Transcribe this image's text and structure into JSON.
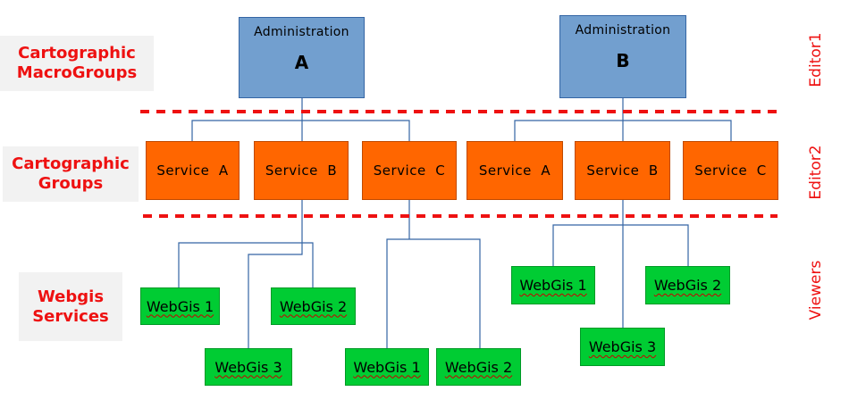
{
  "row_labels": {
    "macrogroups": [
      "Cartographic",
      "MacroGroups"
    ],
    "groups": [
      "Cartographic",
      "Groups"
    ],
    "services": [
      "Webgis",
      "Services"
    ]
  },
  "administrations": [
    {
      "title": "Administration",
      "letter": "A"
    },
    {
      "title": "Administration",
      "letter": "B"
    }
  ],
  "services_a": [
    "Service  A",
    "Service  B",
    "Service  C"
  ],
  "services_b": [
    "Service  A",
    "Service  B",
    "Service  C"
  ],
  "webgis": {
    "a_service_b": [
      "WebGis 1",
      "WebGis 2",
      "WebGis 3"
    ],
    "a_service_c": [
      "WebGis 1",
      "WebGis 2"
    ],
    "b_service_b": [
      "WebGis 1",
      "WebGis 2",
      "WebGis 3"
    ]
  },
  "roles": {
    "editor1": "Editor1",
    "editor2": "Editor2",
    "viewers": "Viewers"
  },
  "colors": {
    "administration": "#729fcf",
    "service": "#ff6600",
    "webgis": "#00cc33",
    "label_text": "#ee1111",
    "separator": "#ee1111",
    "connector": "#3465a4"
  }
}
